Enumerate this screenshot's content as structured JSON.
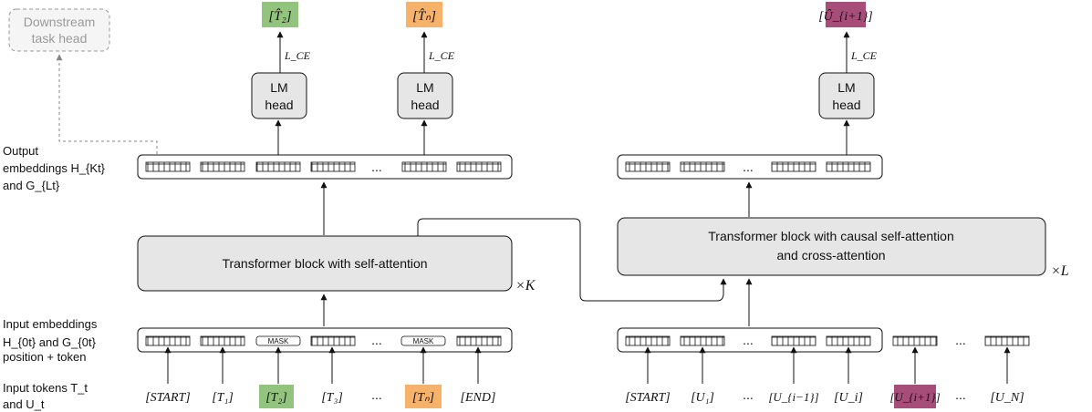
{
  "downstream_head": {
    "line1": "Downstream",
    "line2": "task head"
  },
  "encoder": {
    "block_label": "Transformer block with self-attention",
    "repeat_label": "×K",
    "lm_head_line1": "LM",
    "lm_head_line2": "head",
    "loss_label": "L_CE",
    "outputs": [
      "[T̂₂]",
      "[T̂ₙ]"
    ],
    "output_colors": [
      "#93c47d",
      "#f6b26b"
    ],
    "mask_label": "MASK",
    "ellipsis": "...",
    "tokens": [
      "[START]",
      "[T₁]",
      "[T₂]",
      "[T₃]",
      "...",
      "[Tₙ]",
      "[END]"
    ],
    "token_colors": [
      "",
      "",
      "#93c47d",
      "",
      "",
      "#f6b26b",
      ""
    ]
  },
  "decoder": {
    "block_line1": "Transformer block with causal self-attention",
    "block_line2": "and cross-attention",
    "repeat_label": "×L",
    "lm_head_line1": "LM",
    "lm_head_line2": "head",
    "loss_label": "L_CE",
    "output": "[Û_{i+1}]",
    "output_color": "#a64d79",
    "ellipsis": "...",
    "tokens": [
      "[START]",
      "[U₁]",
      "...",
      "[U_{i−1}]",
      "[U_i]",
      "[U_{i+1}]",
      "...",
      "[U_N]"
    ],
    "token_colors": [
      "",
      "",
      "",
      "",
      "",
      "#a64d79",
      "",
      ""
    ]
  },
  "side_labels": {
    "output_line1": "Output",
    "output_line2": "embeddings H_{Kt}",
    "output_line3": "and G_{Lt}",
    "input_emb_line1": "Input embeddings",
    "input_emb_line2": "H_{0t} and G_{0t}",
    "input_emb_line3": "position + token",
    "tokens_line1": "Input tokens T_t",
    "tokens_line2": "and U_t"
  }
}
